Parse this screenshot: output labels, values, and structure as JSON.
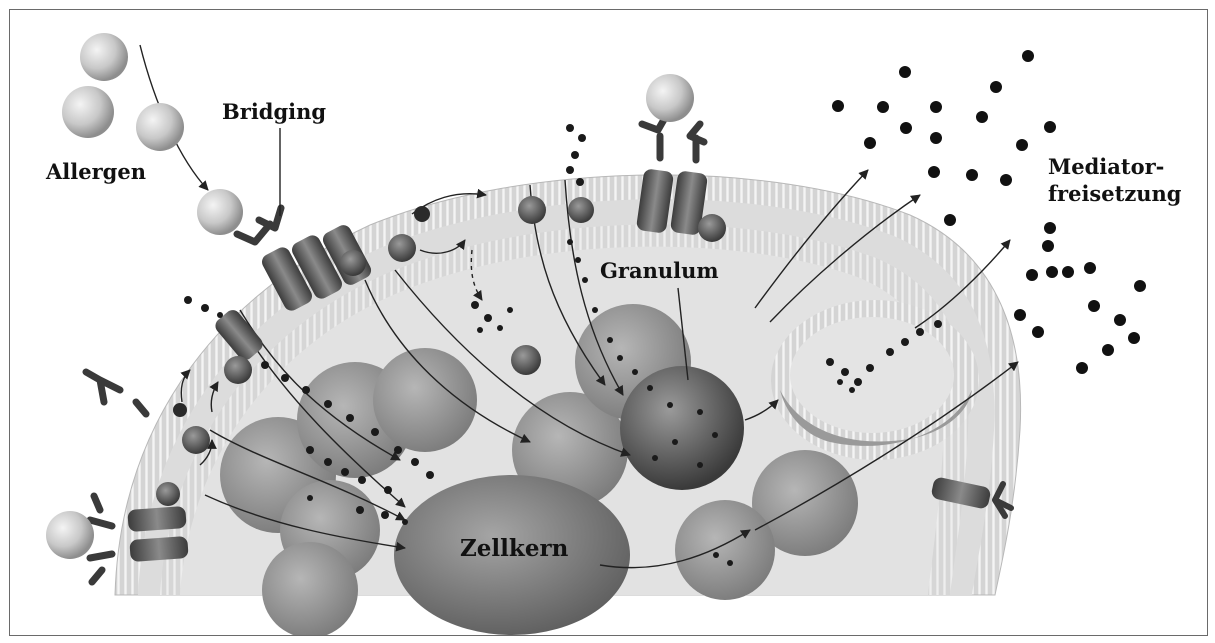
{
  "labels": {
    "allergen": "Allergen",
    "bridging": "Bridging",
    "granulum": "Granulum",
    "zellkern": "Zellkern",
    "mediator_line1": "Mediator-",
    "mediator_line2": "freisetzung"
  },
  "colors": {
    "background": "#ffffff",
    "frame": "#6a6a6a",
    "cytoplasm": "#dedede",
    "membrane": "#c9c9c9",
    "granule": "#9b9b9b",
    "nucleus": "#858585",
    "receptor": "#4a4a4a",
    "mediator": "#111111",
    "text": "#111111"
  }
}
